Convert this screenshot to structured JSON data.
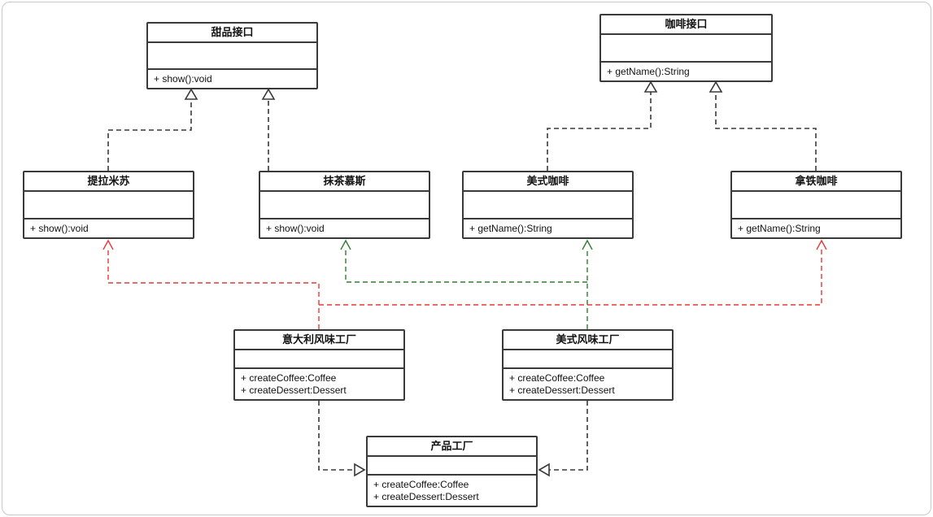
{
  "diagram": {
    "classes": [
      {
        "id": "dessert-interface",
        "title": "甜品接口",
        "methods": [
          "+ show():void"
        ]
      },
      {
        "id": "coffee-interface",
        "title": "咖啡接口",
        "methods": [
          "+ getName():String"
        ]
      },
      {
        "id": "tiramisu",
        "title": "提拉米苏",
        "methods": [
          "+ show():void"
        ]
      },
      {
        "id": "matcha-mousse",
        "title": "抹茶慕斯",
        "methods": [
          "+ show():void"
        ]
      },
      {
        "id": "american-coffee",
        "title": "美式咖啡",
        "methods": [
          "+ getName():String"
        ]
      },
      {
        "id": "latte-coffee",
        "title": "拿铁咖啡",
        "methods": [
          "+ getName():String"
        ]
      },
      {
        "id": "italian-factory",
        "title": "意大利风味工厂",
        "methods": [
          "+ createCoffee:Coffee",
          "+ createDessert:Dessert"
        ]
      },
      {
        "id": "american-factory",
        "title": "美式风味工厂",
        "methods": [
          "+ createCoffee:Coffee",
          "+ createDessert:Dessert"
        ]
      },
      {
        "id": "product-factory",
        "title": "产品工厂",
        "methods": [
          "+ createCoffee:Coffee",
          "+ createDessert:Dessert"
        ]
      }
    ],
    "connections": [
      {
        "from": "提拉米苏",
        "to": "甜品接口",
        "type": "realization",
        "color": "#3a3a3a"
      },
      {
        "from": "抹茶慕斯",
        "to": "甜品接口",
        "type": "realization",
        "color": "#3a3a3a"
      },
      {
        "from": "美式咖啡",
        "to": "咖啡接口",
        "type": "realization",
        "color": "#3a3a3a"
      },
      {
        "from": "拿铁咖啡",
        "to": "咖啡接口",
        "type": "realization",
        "color": "#3a3a3a"
      },
      {
        "from": "意大利风味工厂",
        "to": "提拉米苏",
        "type": "dependency",
        "color": "#e53935"
      },
      {
        "from": "意大利风味工厂",
        "to": "拿铁咖啡",
        "type": "dependency",
        "color": "#e53935"
      },
      {
        "from": "美式风味工厂",
        "to": "抹茶慕斯",
        "type": "dependency",
        "color": "#2e7d32"
      },
      {
        "from": "美式风味工厂",
        "to": "美式咖啡",
        "type": "dependency",
        "color": "#2e7d32"
      },
      {
        "from": "意大利风味工厂",
        "to": "产品工厂",
        "type": "realization",
        "color": "#3a3a3a"
      },
      {
        "from": "美式风味工厂",
        "to": "产品工厂",
        "type": "realization",
        "color": "#3a3a3a"
      }
    ],
    "colors": {
      "line": "#3a3a3a",
      "dependency_red": "#e53935",
      "dependency_green": "#2e7d32",
      "frame": "#c9c9c9"
    }
  }
}
